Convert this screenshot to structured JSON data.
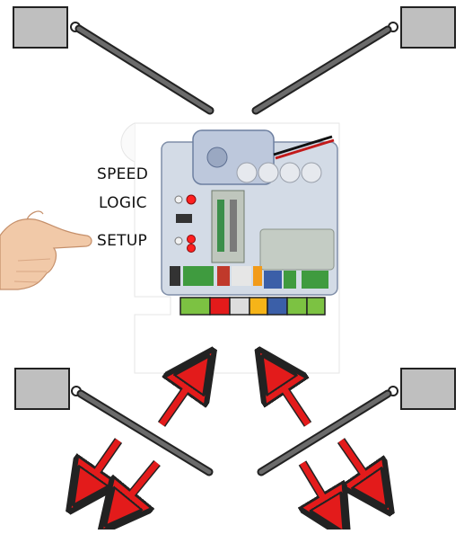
{
  "labels": {
    "speed": "SPEED",
    "logic": "LOGIC",
    "setup": "SETUP"
  },
  "colors": {
    "motor_body": "#bfbfbf",
    "arm": "#6b6b6b",
    "arrow": "#e31b1b",
    "led": "#ff2020",
    "terminal_green": "#7cc242",
    "terminal_red": "#e31b1b",
    "terminal_white": "#dddddd",
    "terminal_orange": "#f6b418",
    "terminal_blue": "#3b5fa8"
  },
  "terminal_strip": [
    "green",
    "red",
    "white",
    "orange",
    "blue",
    "green",
    "green"
  ],
  "icons": [
    "motor-icon",
    "pointing-hand-icon",
    "control-board-icon",
    "arrow-icon"
  ]
}
